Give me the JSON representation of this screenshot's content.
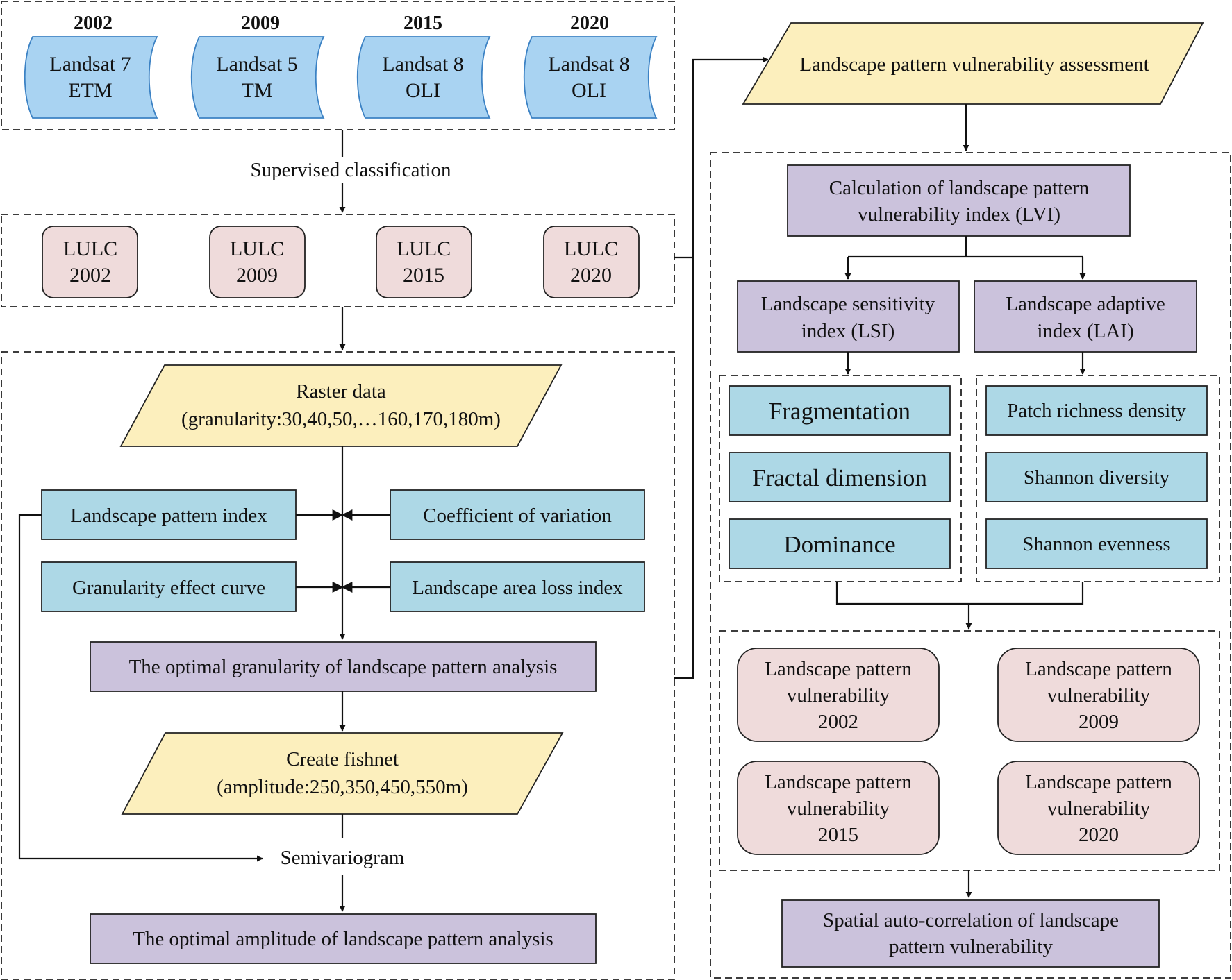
{
  "satellites": {
    "years": [
      "2002",
      "2009",
      "2015",
      "2020"
    ],
    "sensors": [
      {
        "line1": "Landsat 7",
        "line2": "ETM"
      },
      {
        "line1": "Landsat 5",
        "line2": "TM"
      },
      {
        "line1": "Landsat 8",
        "line2": "OLI"
      },
      {
        "line1": "Landsat 8",
        "line2": "OLI"
      }
    ]
  },
  "supervised": "Supervised classification",
  "lulc": [
    {
      "line1": "LULC",
      "line2": "2002"
    },
    {
      "line1": "LULC",
      "line2": "2009"
    },
    {
      "line1": "LULC",
      "line2": "2015"
    },
    {
      "line1": "LULC",
      "line2": "2020"
    }
  ],
  "raster": {
    "line1": "Raster data",
    "line2": "(granularity:30,40,50,…160,170,180m)"
  },
  "left_inputs": {
    "pattern_index": "Landscape pattern index",
    "coefficient": "Coefficient of variation",
    "granularity_curve": "Granularity effect curve",
    "area_loss": "Landscape area loss index"
  },
  "optimal_granularity": "The optimal granularity of landscape pattern analysis",
  "fishnet": {
    "line1": "Create fishnet",
    "line2": "(amplitude:250,350,450,550m)"
  },
  "semivariogram": "Semivariogram",
  "optimal_amplitude": "The optimal amplitude of landscape pattern analysis",
  "assessment": "Landscape pattern vulnerability assessment",
  "lvi": {
    "line1": "Calculation of  landscape pattern",
    "line2": "vulnerability index (LVI)"
  },
  "lsi": {
    "line1": "Landscape sensitivity",
    "line2": "index (LSI)"
  },
  "lai": {
    "line1": "Landscape adaptive",
    "line2": "index (LAI)"
  },
  "lsi_items": [
    "Fragmentation",
    "Fractal dimension",
    "Dominance"
  ],
  "lai_items": [
    "Patch richness density",
    "Shannon diversity",
    "Shannon evenness"
  ],
  "vulnerability": [
    {
      "line1": "Landscape pattern",
      "line2": "vulnerability",
      "line3": "2002"
    },
    {
      "line1": "Landscape pattern",
      "line2": "vulnerability",
      "line3": "2009"
    },
    {
      "line1": "Landscape pattern",
      "line2": "vulnerability",
      "line3": "2015"
    },
    {
      "line1": "Landscape pattern",
      "line2": "vulnerability",
      "line3": "2020"
    }
  ],
  "spatial": {
    "line1": "Spatial auto-correlation of landscape",
    "line2": "pattern vulnerability"
  },
  "colors": {
    "blue_box": "#add8e6",
    "purple_box": "#cbc2dc",
    "yellow_box": "#fcefbd",
    "pink_box": "#efdbdb",
    "satellite_fill": "#a9d3f2",
    "satellite_stroke": "#3c82c4"
  }
}
